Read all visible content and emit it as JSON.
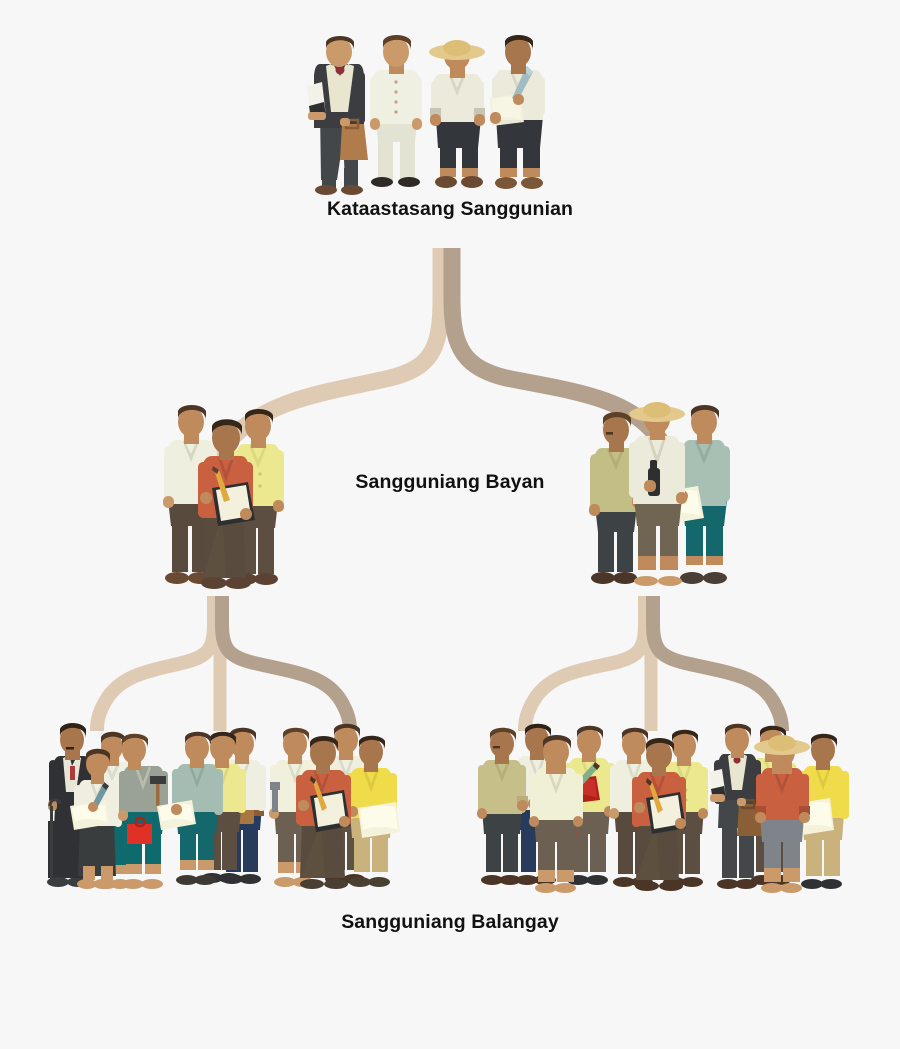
{
  "diagram": {
    "type": "organizational-hierarchy",
    "title_visible": false,
    "background_color": "#f7f7f7",
    "connector_colors": {
      "light": "#dfcbb3",
      "dark": "#b3a18e"
    }
  },
  "tiers": [
    {
      "id": "kataastasang-sanggunian",
      "label": "Kataastasang Sanggunian",
      "level": 1,
      "groups": 1,
      "figure_count": 4,
      "figures": [
        {
          "role": "man-in-black-suit-with-briefcase",
          "shirt": "#3b3d40",
          "pants": "#43474a",
          "prop": "briefcase-and-book"
        },
        {
          "role": "man-in-white-barong",
          "shirt": "#efefe2",
          "pants": "#e2e3d2",
          "prop": "none"
        },
        {
          "role": "farmer-with-straw-hat",
          "shirt": "#eceadb",
          "pants": "#33363b",
          "prop": "straw-hat"
        },
        {
          "role": "scribe-with-quill-and-scroll",
          "shirt": "#eceadb",
          "pants": "#33363b",
          "prop": "quill-and-paper"
        }
      ]
    },
    {
      "id": "sangguniang-bayan",
      "label": "Sangguniang Bayan",
      "level": 2,
      "groups": 2,
      "figure_count": 6,
      "figures": [
        {
          "role": "man-in-cream-shirt",
          "shirt": "#efefe0",
          "pants": "#584a3c",
          "prop": "none"
        },
        {
          "role": "clerk-in-red-shirt-with-tablet",
          "shirt": "#c9603f",
          "pants": "#594c3f",
          "prop": "tablet-and-pencil"
        },
        {
          "role": "man-in-yellow-shirt",
          "shirt": "#ece88f",
          "pants": "#5c4f41",
          "prop": "none"
        },
        {
          "role": "elder-in-olive-shirt",
          "shirt": "#c3bd86",
          "pants": "#3d4245",
          "prop": "none"
        },
        {
          "role": "farmer-with-straw-hat-and-bottle",
          "shirt": "#eceadb",
          "pants": "#6f6552",
          "prop": "straw-hat-and-bottle"
        },
        {
          "role": "man-in-teal-shirt-with-scroll",
          "shirt": "#a8c0b4",
          "pants": "#14676b",
          "prop": "scroll"
        }
      ]
    },
    {
      "id": "sangguniang-balangay",
      "label": "Sangguniang Balangay",
      "level": 3,
      "groups": 6,
      "figure_count": 24,
      "groups_detail": [
        {
          "id": "balangay-group-1",
          "figures": [
            {
              "role": "elder-in-black-suit-with-cane",
              "shirt": "#2f3134",
              "pants": "#2f3134",
              "prop": "walking-cane"
            },
            {
              "role": "scribe-with-quill",
              "shirt": "#f0eee1",
              "pants": "#3a3d3e",
              "prop": "quill-and-paper"
            },
            {
              "role": "man-in-white-shirt",
              "shirt": "#efefe2",
              "pants": "#0e6a6d",
              "prop": "none"
            },
            {
              "role": "worker-with-hammer-and-toolbox",
              "shirt": "#9aa195",
              "pants": "#0e6a6d",
              "prop": "hammer-and-red-toolbox"
            }
          ]
        },
        {
          "id": "balangay-group-2",
          "figures": [
            {
              "role": "man-in-teal-shirt-with-scroll",
              "shirt": "#a5bcb2",
              "pants": "#14676b",
              "prop": "scroll"
            },
            {
              "role": "man-in-yellow-shirt",
              "shirt": "#ece88f",
              "pants": "#5c4f41",
              "prop": "none"
            },
            {
              "role": "man-with-tool-belt",
              "shirt": "#eeeee1",
              "pants": "#273b5c",
              "prop": "tool-belt"
            }
          ]
        },
        {
          "id": "balangay-group-3",
          "figures": [
            {
              "role": "worker-with-wrench",
              "shirt": "#f0f0dc",
              "pants": "#6b6052",
              "prop": "wrench"
            },
            {
              "role": "clerk-in-red-shirt-with-tablet",
              "shirt": "#c9603f",
              "pants": "#594c3f",
              "prop": "tablet-and-pencil"
            },
            {
              "role": "man-in-cream-shirt",
              "shirt": "#efefe0",
              "pants": "#5c5143",
              "prop": "none"
            },
            {
              "role": "man-in-yellow-shirt-with-papers",
              "shirt": "#f0dc4a",
              "pants": "#c9b27c",
              "prop": "papers"
            }
          ]
        },
        {
          "id": "balangay-group-4",
          "figures": [
            {
              "role": "elder-in-olive-shirt",
              "shirt": "#c6bf8a",
              "pants": "#3d4245",
              "prop": "none"
            },
            {
              "role": "man-with-pliers",
              "shirt": "#eeeee1",
              "pants": "#273b5c",
              "prop": "pliers"
            },
            {
              "role": "man-in-pale-shirt",
              "shirt": "#f0f0d6",
              "pants": "#6b6052",
              "prop": "none"
            },
            {
              "role": "man-with-quill-and-red-book",
              "shirt": "#ece88f",
              "pants": "#6b6052",
              "prop": "quill-and-red-book-and-toolbox"
            }
          ]
        },
        {
          "id": "balangay-group-5",
          "figures": [
            {
              "role": "man-in-cream-shirt",
              "shirt": "#efefe0",
              "pants": "#584a3c",
              "prop": "none"
            },
            {
              "role": "clerk-in-red-shirt-with-tablet",
              "shirt": "#c9603f",
              "pants": "#594c3f",
              "prop": "tablet-and-pencil"
            },
            {
              "role": "man-in-yellow-shirt",
              "shirt": "#ece88f",
              "pants": "#5c4f41",
              "prop": "none"
            }
          ]
        },
        {
          "id": "balangay-group-6",
          "figures": [
            {
              "role": "man-in-black-suit-with-briefcase",
              "shirt": "#3b3d40",
              "pants": "#43474a",
              "prop": "briefcase-and-book"
            },
            {
              "role": "man-in-yellow-shirt",
              "shirt": "#ece88f",
              "pants": "#5c4f41",
              "prop": "none"
            },
            {
              "role": "farmer-in-red-shirt-with-straw-hat",
              "shirt": "#c9603f",
              "pants": "#7e848a",
              "prop": "straw-hat"
            },
            {
              "role": "man-in-yellow-shirt-with-papers",
              "shirt": "#f0dc4a",
              "pants": "#c9b27c",
              "prop": "papers"
            }
          ]
        }
      ]
    }
  ],
  "connectors": [
    {
      "id": "root-to-bayan",
      "from": "kataastasang-sanggunian",
      "to": "sangguniang-bayan",
      "branches": 2
    },
    {
      "id": "bayan-left-to-balangay",
      "from": "sangguniang-bayan-left",
      "to": "balangay-groups-1-2-3",
      "branches": 3
    },
    {
      "id": "bayan-right-to-balangay",
      "from": "sangguniang-bayan-right",
      "to": "balangay-groups-4-5-6",
      "branches": 3
    }
  ],
  "palette": {
    "skin_light": "#cb9a6b",
    "skin_mid": "#bf8b5d",
    "skin_dark": "#a8764c",
    "hair": "#4a3526",
    "hair_dark": "#35261a",
    "shoe_brown": "#6b4a33",
    "shoe_dark": "#2e2a26",
    "straw_hat": "#e3c98c",
    "paper": "#f5f2dc",
    "red_accent": "#c9603f",
    "toolbox_red": "#e03127"
  }
}
